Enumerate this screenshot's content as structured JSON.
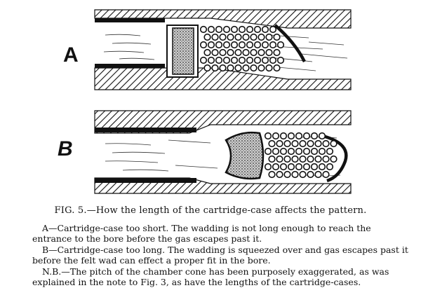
{
  "figure": {
    "labels": {
      "a": "A",
      "b": "B"
    },
    "caption": "FIG. 5.—How the length of the cartridge-case affects the pattern.",
    "notes": {
      "a": "A—Cartridge-case too short. The wadding is not long enough to reach the entrance to the bore before the gas escapes past it.",
      "b": "B—Cartridge-case too long. The wadding is squeezed over and gas escapes past it before the felt wad can effect a proper fit in the bore.",
      "nb": "N.B.—The pitch of the chamber cone has been purposely exaggerated, as was explained in the note to Fig. 3, as have the lengths of the cartridge-cases."
    }
  }
}
